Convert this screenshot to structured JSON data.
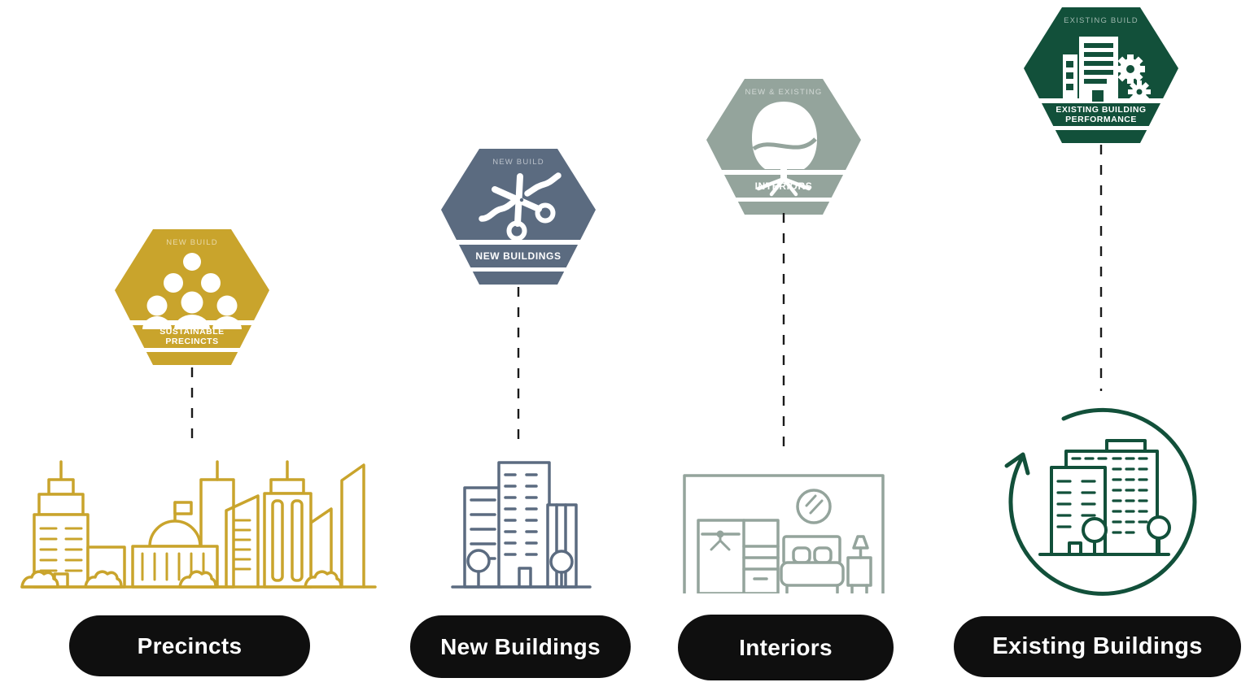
{
  "diagram": {
    "connector_color": "#1A1A1A",
    "pill_style": {
      "background": "#0F0F0F",
      "text_color": "#FFFFFF"
    },
    "badge_text_color": "#FFFFFF",
    "columns": [
      {
        "key": "precincts",
        "accent_color": "#C9A42C",
        "badge": {
          "category_label": "NEW BUILD",
          "icon": "people-group-icon",
          "name_line1": "SUSTAINABLE",
          "name_line2": "PRECINCTS"
        },
        "illustration": "city-skyline-illustration",
        "pill_label": "Precincts"
      },
      {
        "key": "new-buildings",
        "accent_color": "#5B6B80",
        "badge": {
          "category_label": "NEW BUILD",
          "icon": "ribbon-cutting-scissors-icon",
          "name_line1": "NEW BUILDINGS"
        },
        "illustration": "high-rise-buildings-illustration",
        "pill_label": "New Buildings"
      },
      {
        "key": "interiors",
        "accent_color": "#94A49C",
        "badge": {
          "category_label": "NEW & EXISTING",
          "icon": "egg-chair-icon",
          "name_line1": "INTERIORS"
        },
        "illustration": "bedroom-interior-illustration",
        "pill_label": "Interiors"
      },
      {
        "key": "existing-buildings",
        "accent_color": "#12503A",
        "badge": {
          "category_label": "EXISTING BUILD",
          "icon": "building-gears-icon",
          "name_line1": "EXISTING BUILDING",
          "name_line2": "PERFORMANCE"
        },
        "illustration": "building-renewal-arrow-illustration",
        "pill_label": "Existing Buildings"
      }
    ]
  }
}
